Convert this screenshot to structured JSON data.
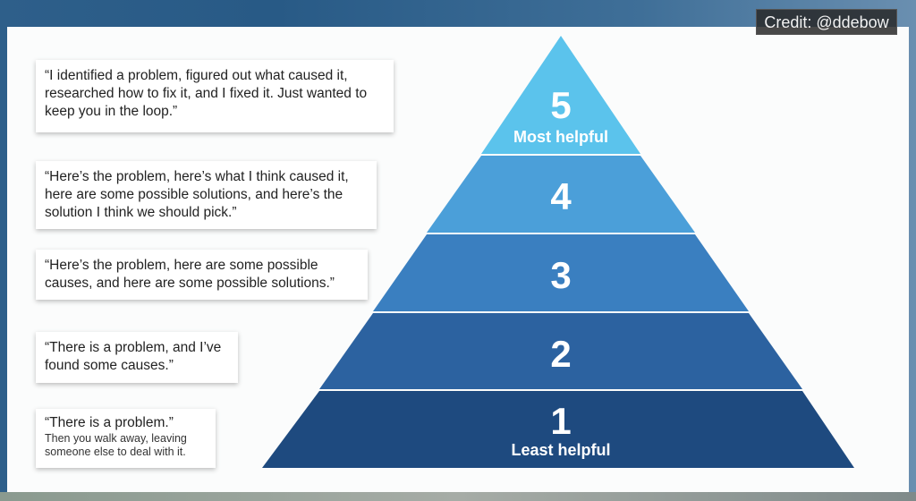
{
  "credit": "Credit: @ddebow",
  "levels": [
    {
      "number": "5",
      "label": "Most helpful",
      "color": "#5bc3ec",
      "quote": "“I identified a problem, figured out what caused it, researched how to fix it, and I fixed it. Just wanted to keep you in the loop.”"
    },
    {
      "number": "4",
      "label": "",
      "color": "#4b9fd9",
      "quote": "“Here’s the problem, here’s what I think caused it, here are some possible solutions, and here’s the solution I think we should pick.”"
    },
    {
      "number": "3",
      "label": "",
      "color": "#3a7fc0",
      "quote": "“Here’s the problem, here are some possible causes, and here are some possible solutions.”"
    },
    {
      "number": "2",
      "label": "",
      "color": "#2c62a0",
      "quote": "“There is a problem, and I’ve found some causes.”"
    },
    {
      "number": "1",
      "label": "Least helpful",
      "color": "#1e4a7f",
      "quote": "“There is a problem.”",
      "subquote": "Then you walk away, leaving someone else to deal with it."
    }
  ]
}
